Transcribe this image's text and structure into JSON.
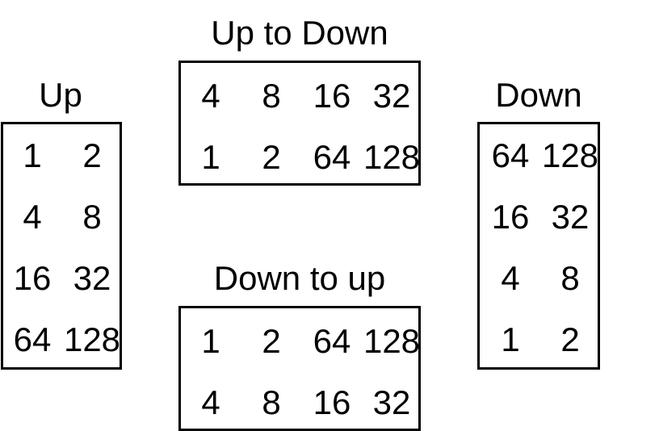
{
  "titles": {
    "up": "Up",
    "up_to_down": "Up to Down",
    "down": "Down",
    "down_to_up": "Down to up"
  },
  "grids": {
    "up": [
      [
        "1",
        "2"
      ],
      [
        "4",
        "8"
      ],
      [
        "16",
        "32"
      ],
      [
        "64",
        "128"
      ]
    ],
    "up_to_down": [
      [
        "4",
        "8",
        "16",
        "32"
      ],
      [
        "1",
        "2",
        "64",
        "128"
      ]
    ],
    "down": [
      [
        "64",
        "128"
      ],
      [
        "16",
        "32"
      ],
      [
        "4",
        "8"
      ],
      [
        "1",
        "2"
      ]
    ],
    "down_to_up": [
      [
        "1",
        "2",
        "64",
        "128"
      ],
      [
        "4",
        "8",
        "16",
        "32"
      ]
    ]
  }
}
